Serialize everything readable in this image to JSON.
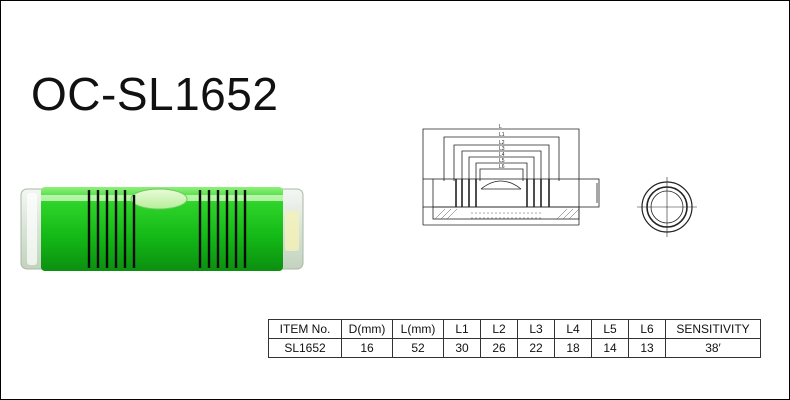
{
  "title": "OC-SL1652",
  "drawing": {
    "dimension_labels": [
      "L",
      "L1",
      "L2",
      "L3",
      "L4",
      "L5",
      "L6"
    ]
  },
  "spec_table": {
    "headers": [
      "ITEM No.",
      "D(mm)",
      "L(mm)",
      "L1",
      "L2",
      "L3",
      "L4",
      "L5",
      "L6",
      "SENSITIVITY"
    ],
    "rows": [
      [
        "SL1652",
        "16",
        "52",
        "30",
        "26",
        "22",
        "18",
        "14",
        "13",
        "38′"
      ]
    ]
  },
  "colors": {
    "vial_green": "#1fc41f",
    "vial_ring": "#0a0a0a",
    "border": "#000000"
  }
}
